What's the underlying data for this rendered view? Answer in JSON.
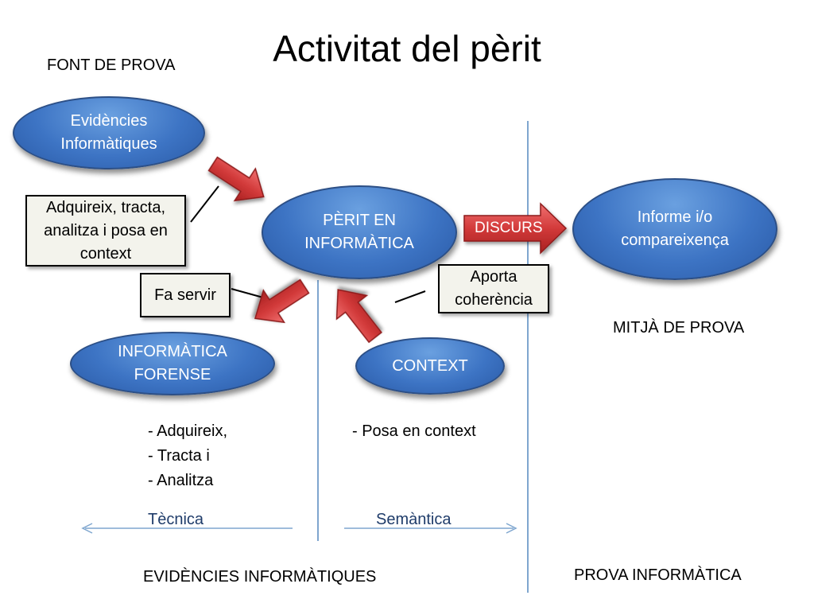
{
  "title": "Activitat del pèrit",
  "labels": {
    "font_de_prova": "FONT DE PROVA",
    "mitja_de_prova": "MITJÀ DE PROVA",
    "evidencies_informatiques": "EVIDÈNCIES INFORMÀTIQUES",
    "prova_informatica": "PROVA INFORMÀTICA",
    "tecnica": "Tècnica",
    "semantica": "Semàntica"
  },
  "nodes": {
    "evidencies": [
      "Evidències",
      "Informàtiques"
    ],
    "perit": [
      "PÈRIT EN",
      "INFORMÀTICA"
    ],
    "informe": [
      "Informe i/o",
      "compareixença"
    ],
    "forense": [
      "INFORMÀTICA",
      "FORENSE"
    ],
    "context": [
      "CONTEXT"
    ]
  },
  "boxes": {
    "adquireix": [
      "Adquireix, tracta,",
      "analitza i posa en",
      "context"
    ],
    "fa_servir": [
      "Fa servir"
    ],
    "aporta": [
      "Aporta",
      "coherència"
    ]
  },
  "arrow_label": "DISCURS",
  "lists": {
    "forense": [
      "- Adquireix,",
      "- Tracta i",
      "- Analitza"
    ],
    "context": [
      "- Posa en context"
    ]
  },
  "colors": {
    "ellipse_fill": "#3d74c4",
    "arrow_red": "#c83030",
    "divider_blue": "#7fa6cf"
  }
}
